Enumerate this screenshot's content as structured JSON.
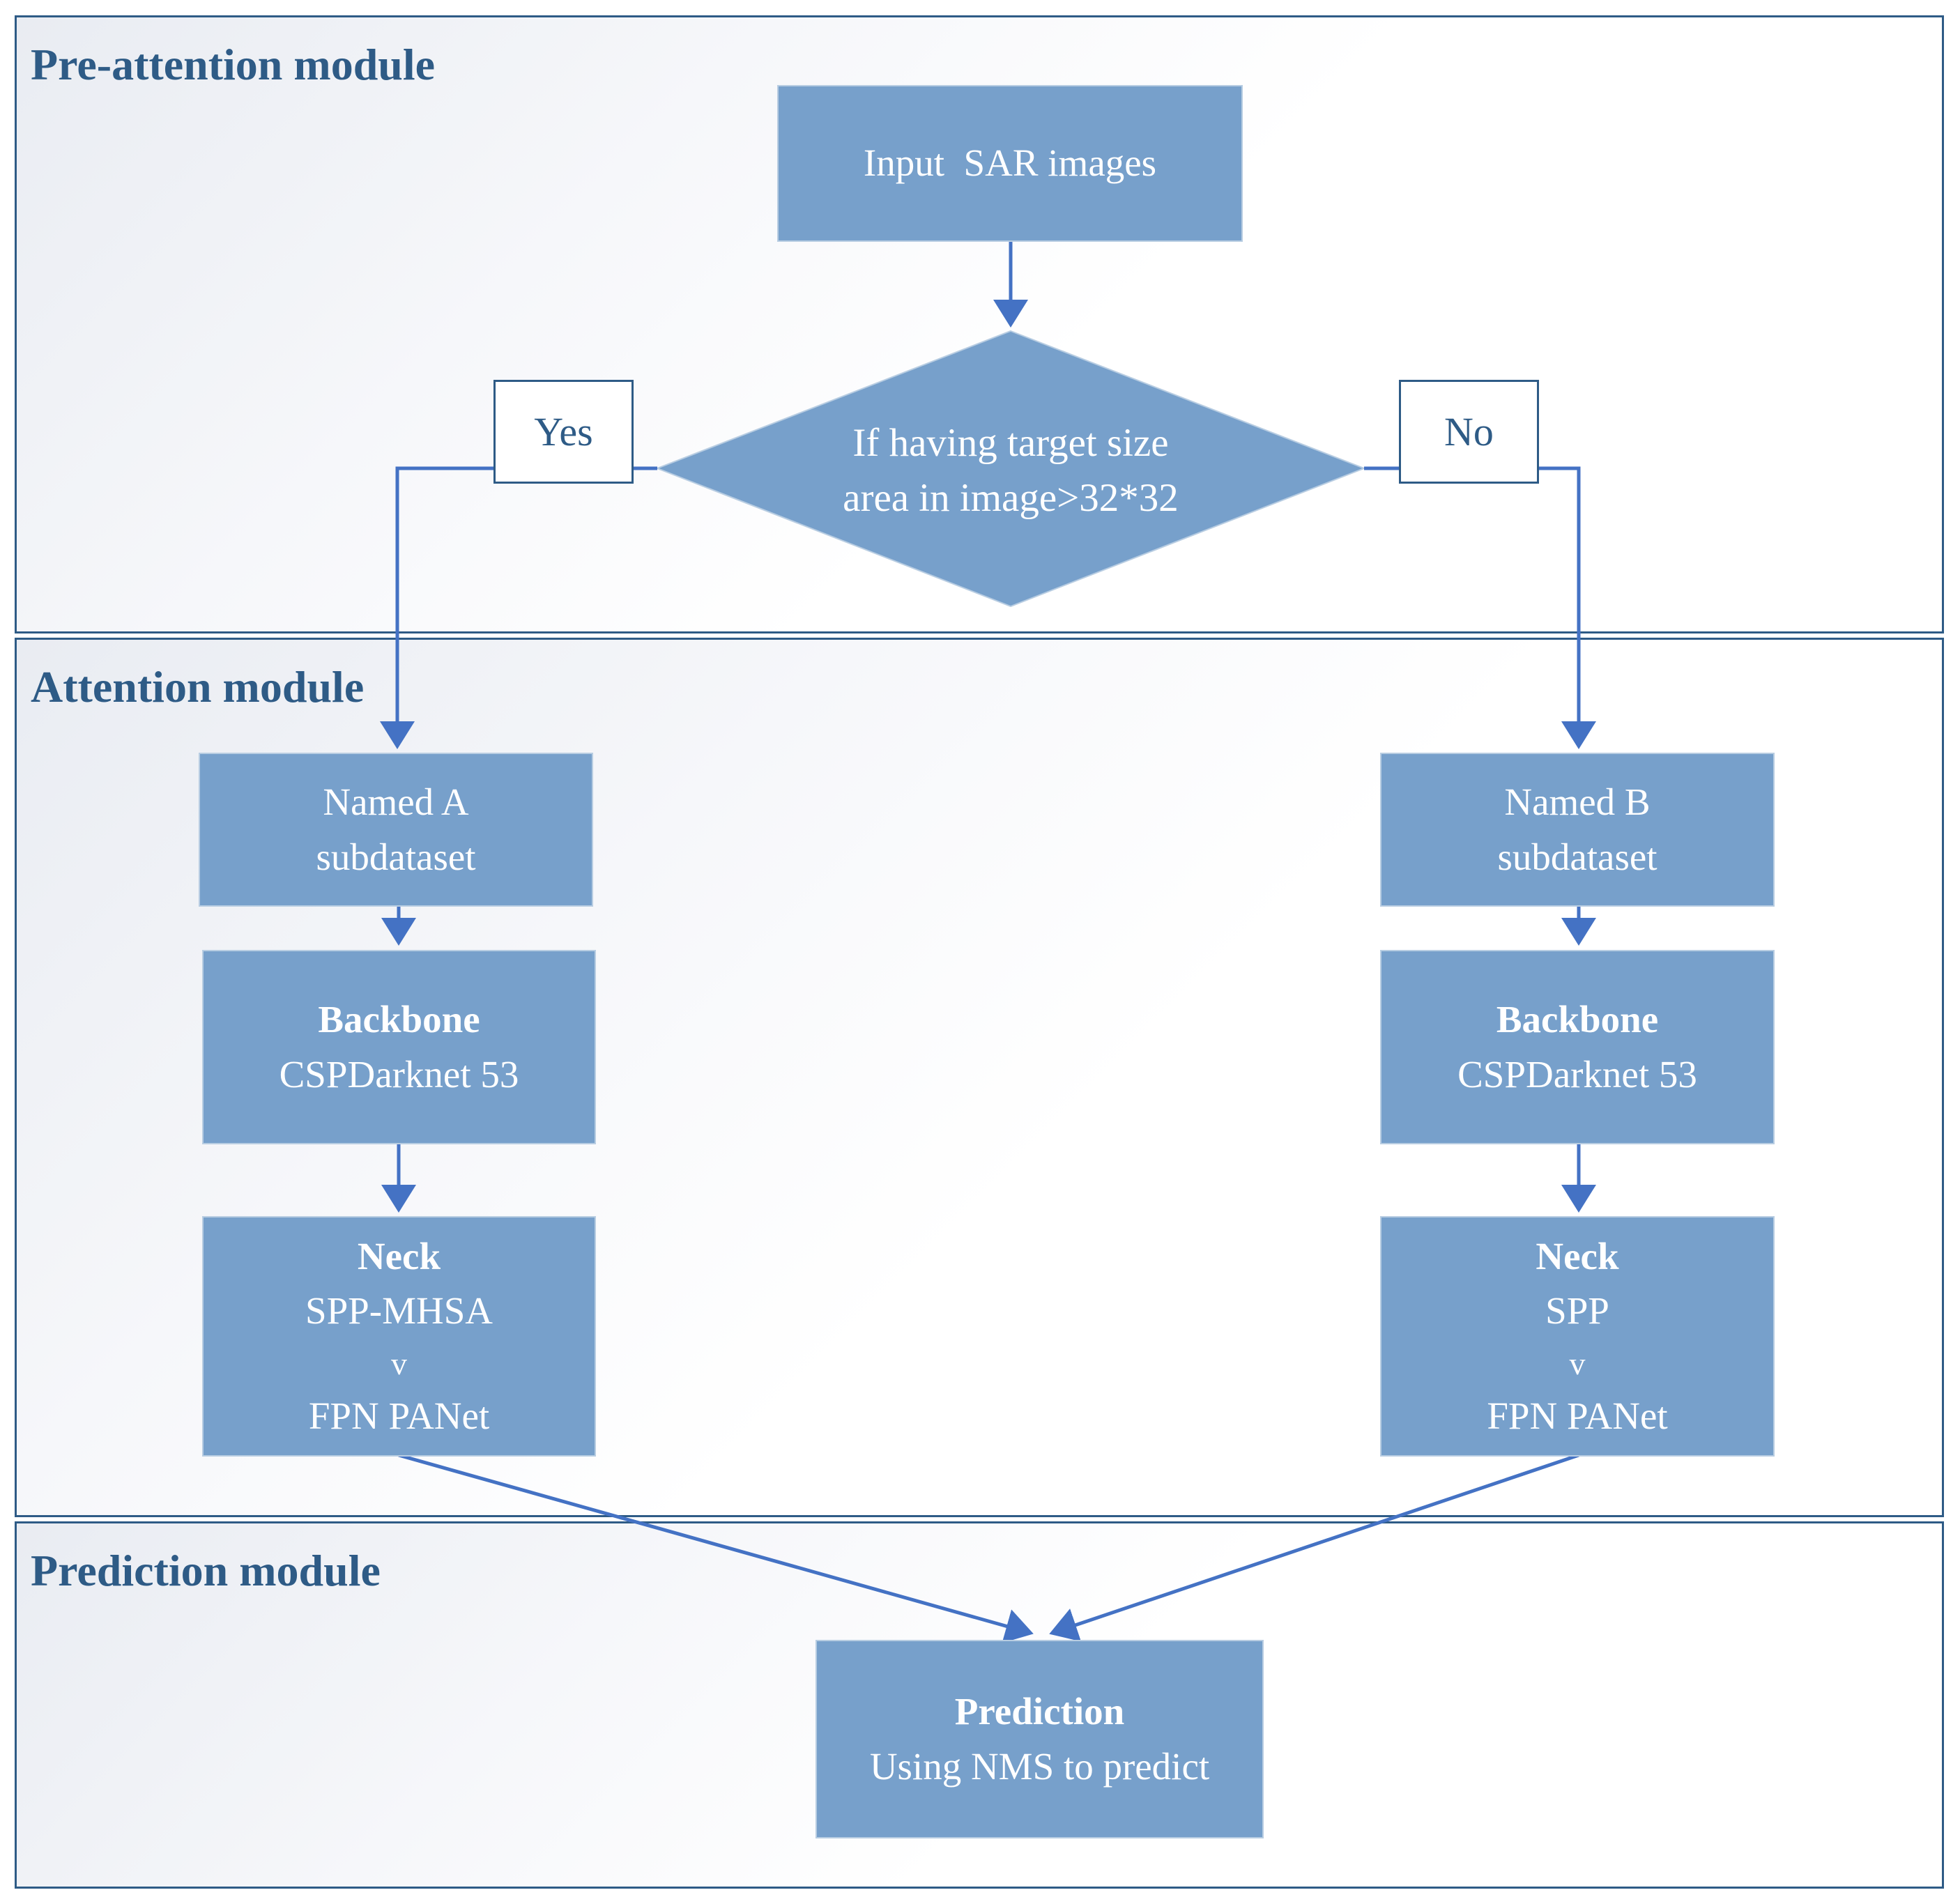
{
  "modules": {
    "pre_attention": "Pre-attention module",
    "attention": "Attention module",
    "prediction": "Prediction module"
  },
  "input_box": {
    "text": "Input  SAR images"
  },
  "decision": {
    "line1": "If having target size",
    "line2": "area in image>32*32"
  },
  "branch_labels": {
    "yes": "Yes",
    "no": "No"
  },
  "branch_a": {
    "subdataset_line1": "Named A",
    "subdataset_line2": "subdataset",
    "backbone_title": "Backbone",
    "backbone_text": "CSPDarknet 53",
    "neck_title": "Neck",
    "neck_line1": "SPP-MHSA",
    "neck_line2": "v",
    "neck_line3": "FPN PANet"
  },
  "branch_b": {
    "subdataset_line1": "Named B",
    "subdataset_line2": "subdataset",
    "backbone_title": "Backbone",
    "backbone_text": "CSPDarknet 53",
    "neck_title": "Neck",
    "neck_line1": "SPP",
    "neck_line2": "v",
    "neck_line3": "FPN PANet"
  },
  "prediction_box": {
    "title": "Prediction",
    "text": "Using NMS to predict"
  },
  "colors": {
    "box_fill": "#77a0cb",
    "border": "#2e5b86",
    "arrow": "#4472c4"
  }
}
